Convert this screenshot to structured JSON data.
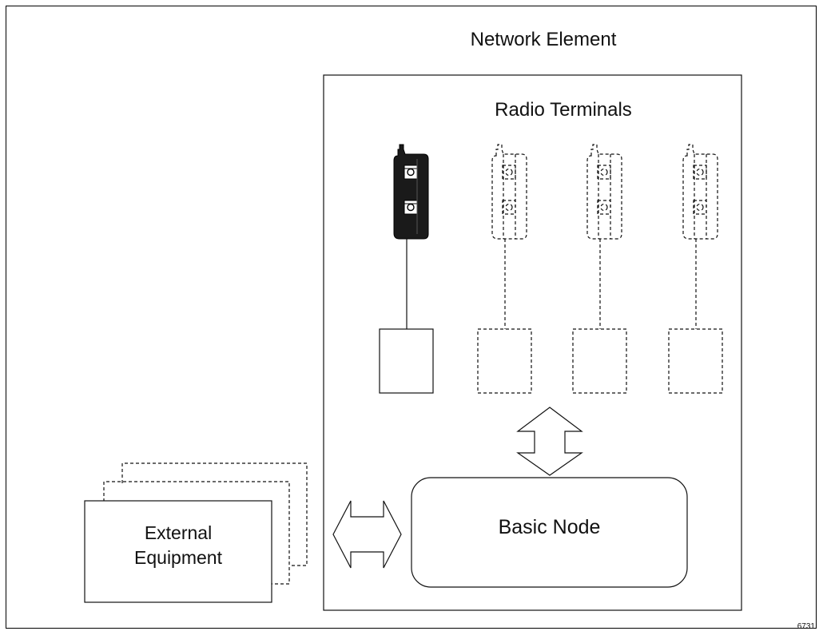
{
  "diagram": {
    "network_element_label": "Network Element",
    "radio_terminals_label": "Radio Terminals",
    "basic_node_label": "Basic Node",
    "external_equipment_label": "External\nEquipment",
    "figure_number": "6731",
    "colors": {
      "line": "#111111",
      "terminal_body": "#1a1a1a",
      "background": "#ffffff"
    },
    "radio_terminals": [
      {
        "state": "installed"
      },
      {
        "state": "optional"
      },
      {
        "state": "optional"
      },
      {
        "state": "optional"
      }
    ],
    "external_equipment_stack": [
      {
        "state": "optional"
      },
      {
        "state": "optional"
      },
      {
        "state": "installed"
      }
    ],
    "icons": {
      "radio_unit": "outdoor-radio-unit-icon",
      "double_arrow_vertical": "double-arrow-vertical-icon",
      "double_arrow_horizontal": "double-arrow-horizontal-icon"
    }
  }
}
